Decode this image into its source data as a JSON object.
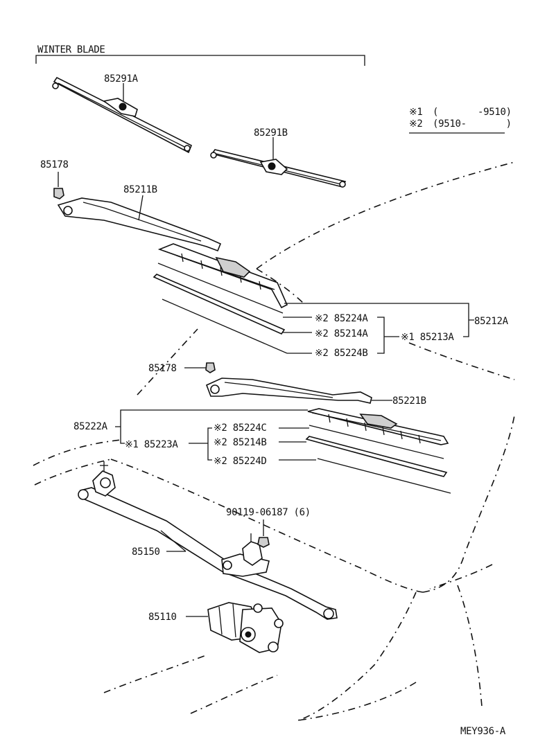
{
  "diagram": {
    "header": "WINTER BLADE",
    "legend": {
      "line1_mark": "※1",
      "line1_range": "(       -9510)",
      "line2_mark": "※2",
      "line2_range": "(9510-       )"
    },
    "drawing_code": "MEY936-A",
    "parts": {
      "p85291A": "85291A",
      "p85291B": "85291B",
      "p85178_top": "85178",
      "p85211B": "85211B",
      "p85212A": "85212A",
      "p85224A": "※2  85224A",
      "p85214A": "※2  85214A",
      "p85224B": "※2  85224B",
      "p85213A": "※1  85213A",
      "p85178_mid": "85178",
      "p85221B": "85221B",
      "p85222A": "85222A",
      "p85223A": "※1  85223A",
      "p85224C": "※2  85224C",
      "p85214B": "※2  85214B",
      "p85224D": "※2  85224D",
      "p90119": "90119-06187 (6)",
      "p85150": "85150",
      "p85110": "85110"
    }
  }
}
